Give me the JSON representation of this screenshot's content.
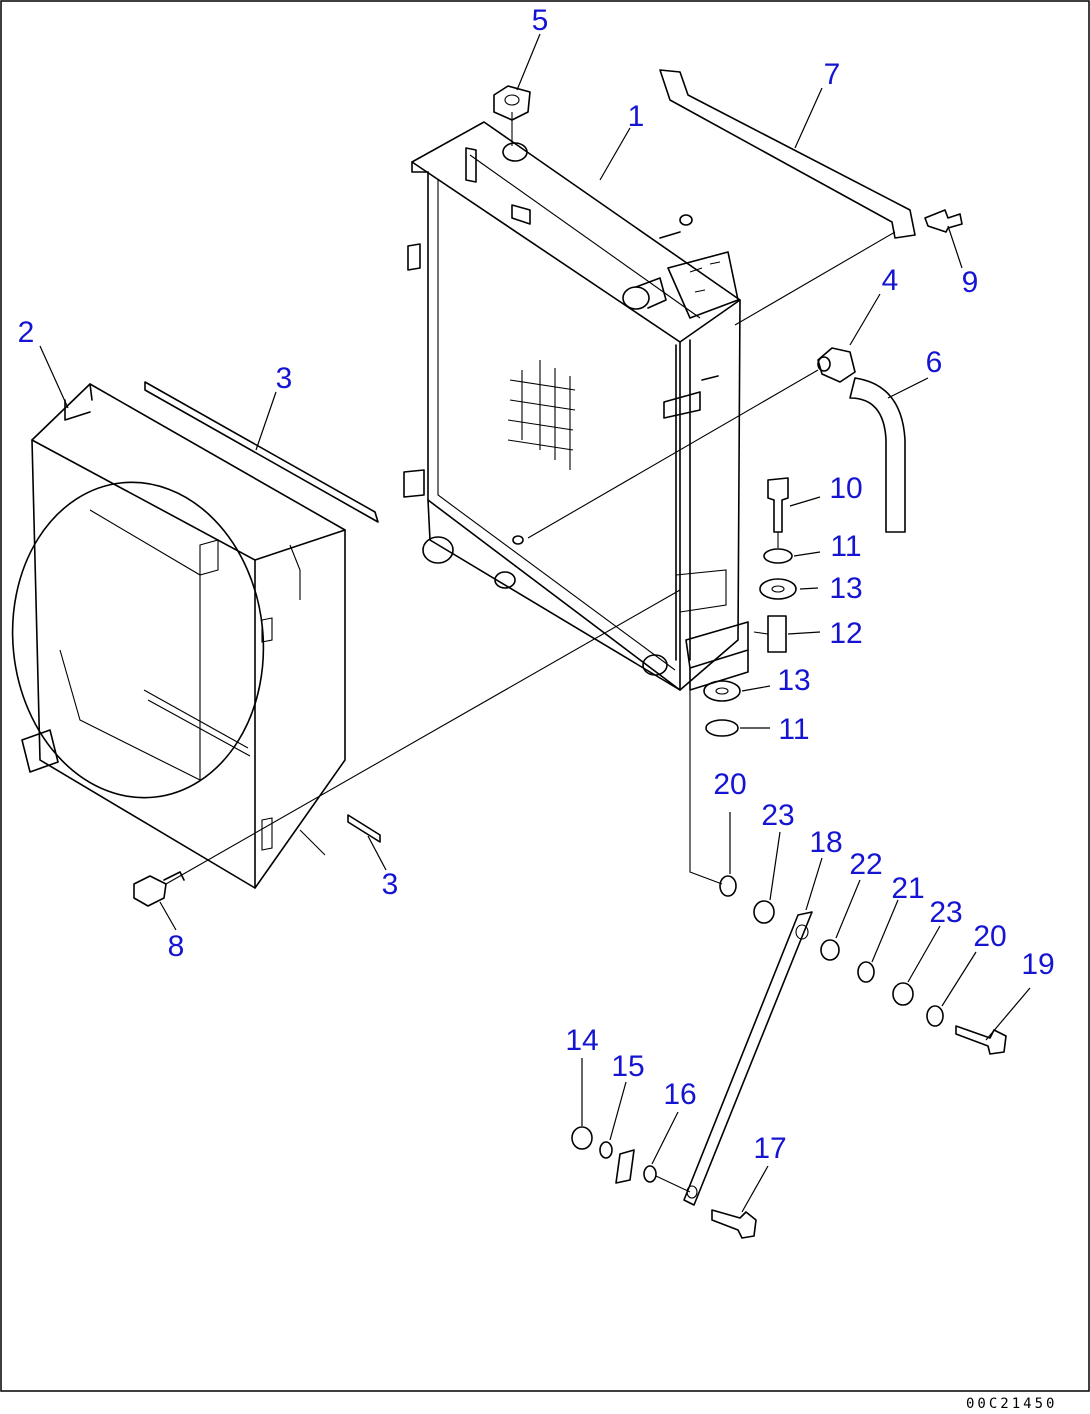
{
  "callouts": [
    {
      "id": "c5",
      "text": "5"
    },
    {
      "id": "c1",
      "text": "1"
    },
    {
      "id": "c7",
      "text": "7"
    },
    {
      "id": "c9",
      "text": "9"
    },
    {
      "id": "c4",
      "text": "4"
    },
    {
      "id": "c6",
      "text": "6"
    },
    {
      "id": "c2",
      "text": "2"
    },
    {
      "id": "c3a",
      "text": "3"
    },
    {
      "id": "c10",
      "text": "10"
    },
    {
      "id": "c11a",
      "text": "11"
    },
    {
      "id": "c13a",
      "text": "13"
    },
    {
      "id": "c12",
      "text": "12"
    },
    {
      "id": "c13b",
      "text": "13"
    },
    {
      "id": "c11b",
      "text": "11"
    },
    {
      "id": "c20a",
      "text": "20"
    },
    {
      "id": "c23a",
      "text": "23"
    },
    {
      "id": "c18",
      "text": "18"
    },
    {
      "id": "c22",
      "text": "22"
    },
    {
      "id": "c21",
      "text": "21"
    },
    {
      "id": "c23b",
      "text": "23"
    },
    {
      "id": "c20b",
      "text": "20"
    },
    {
      "id": "c19",
      "text": "19"
    },
    {
      "id": "c3b",
      "text": "3"
    },
    {
      "id": "c8",
      "text": "8"
    },
    {
      "id": "c14",
      "text": "14"
    },
    {
      "id": "c15",
      "text": "15"
    },
    {
      "id": "c16",
      "text": "16"
    },
    {
      "id": "c17",
      "text": "17"
    }
  ],
  "drawing_code": "00C21450",
  "colors": {
    "label": "#1414d2",
    "line": "#000000",
    "background": "#ffffff"
  }
}
